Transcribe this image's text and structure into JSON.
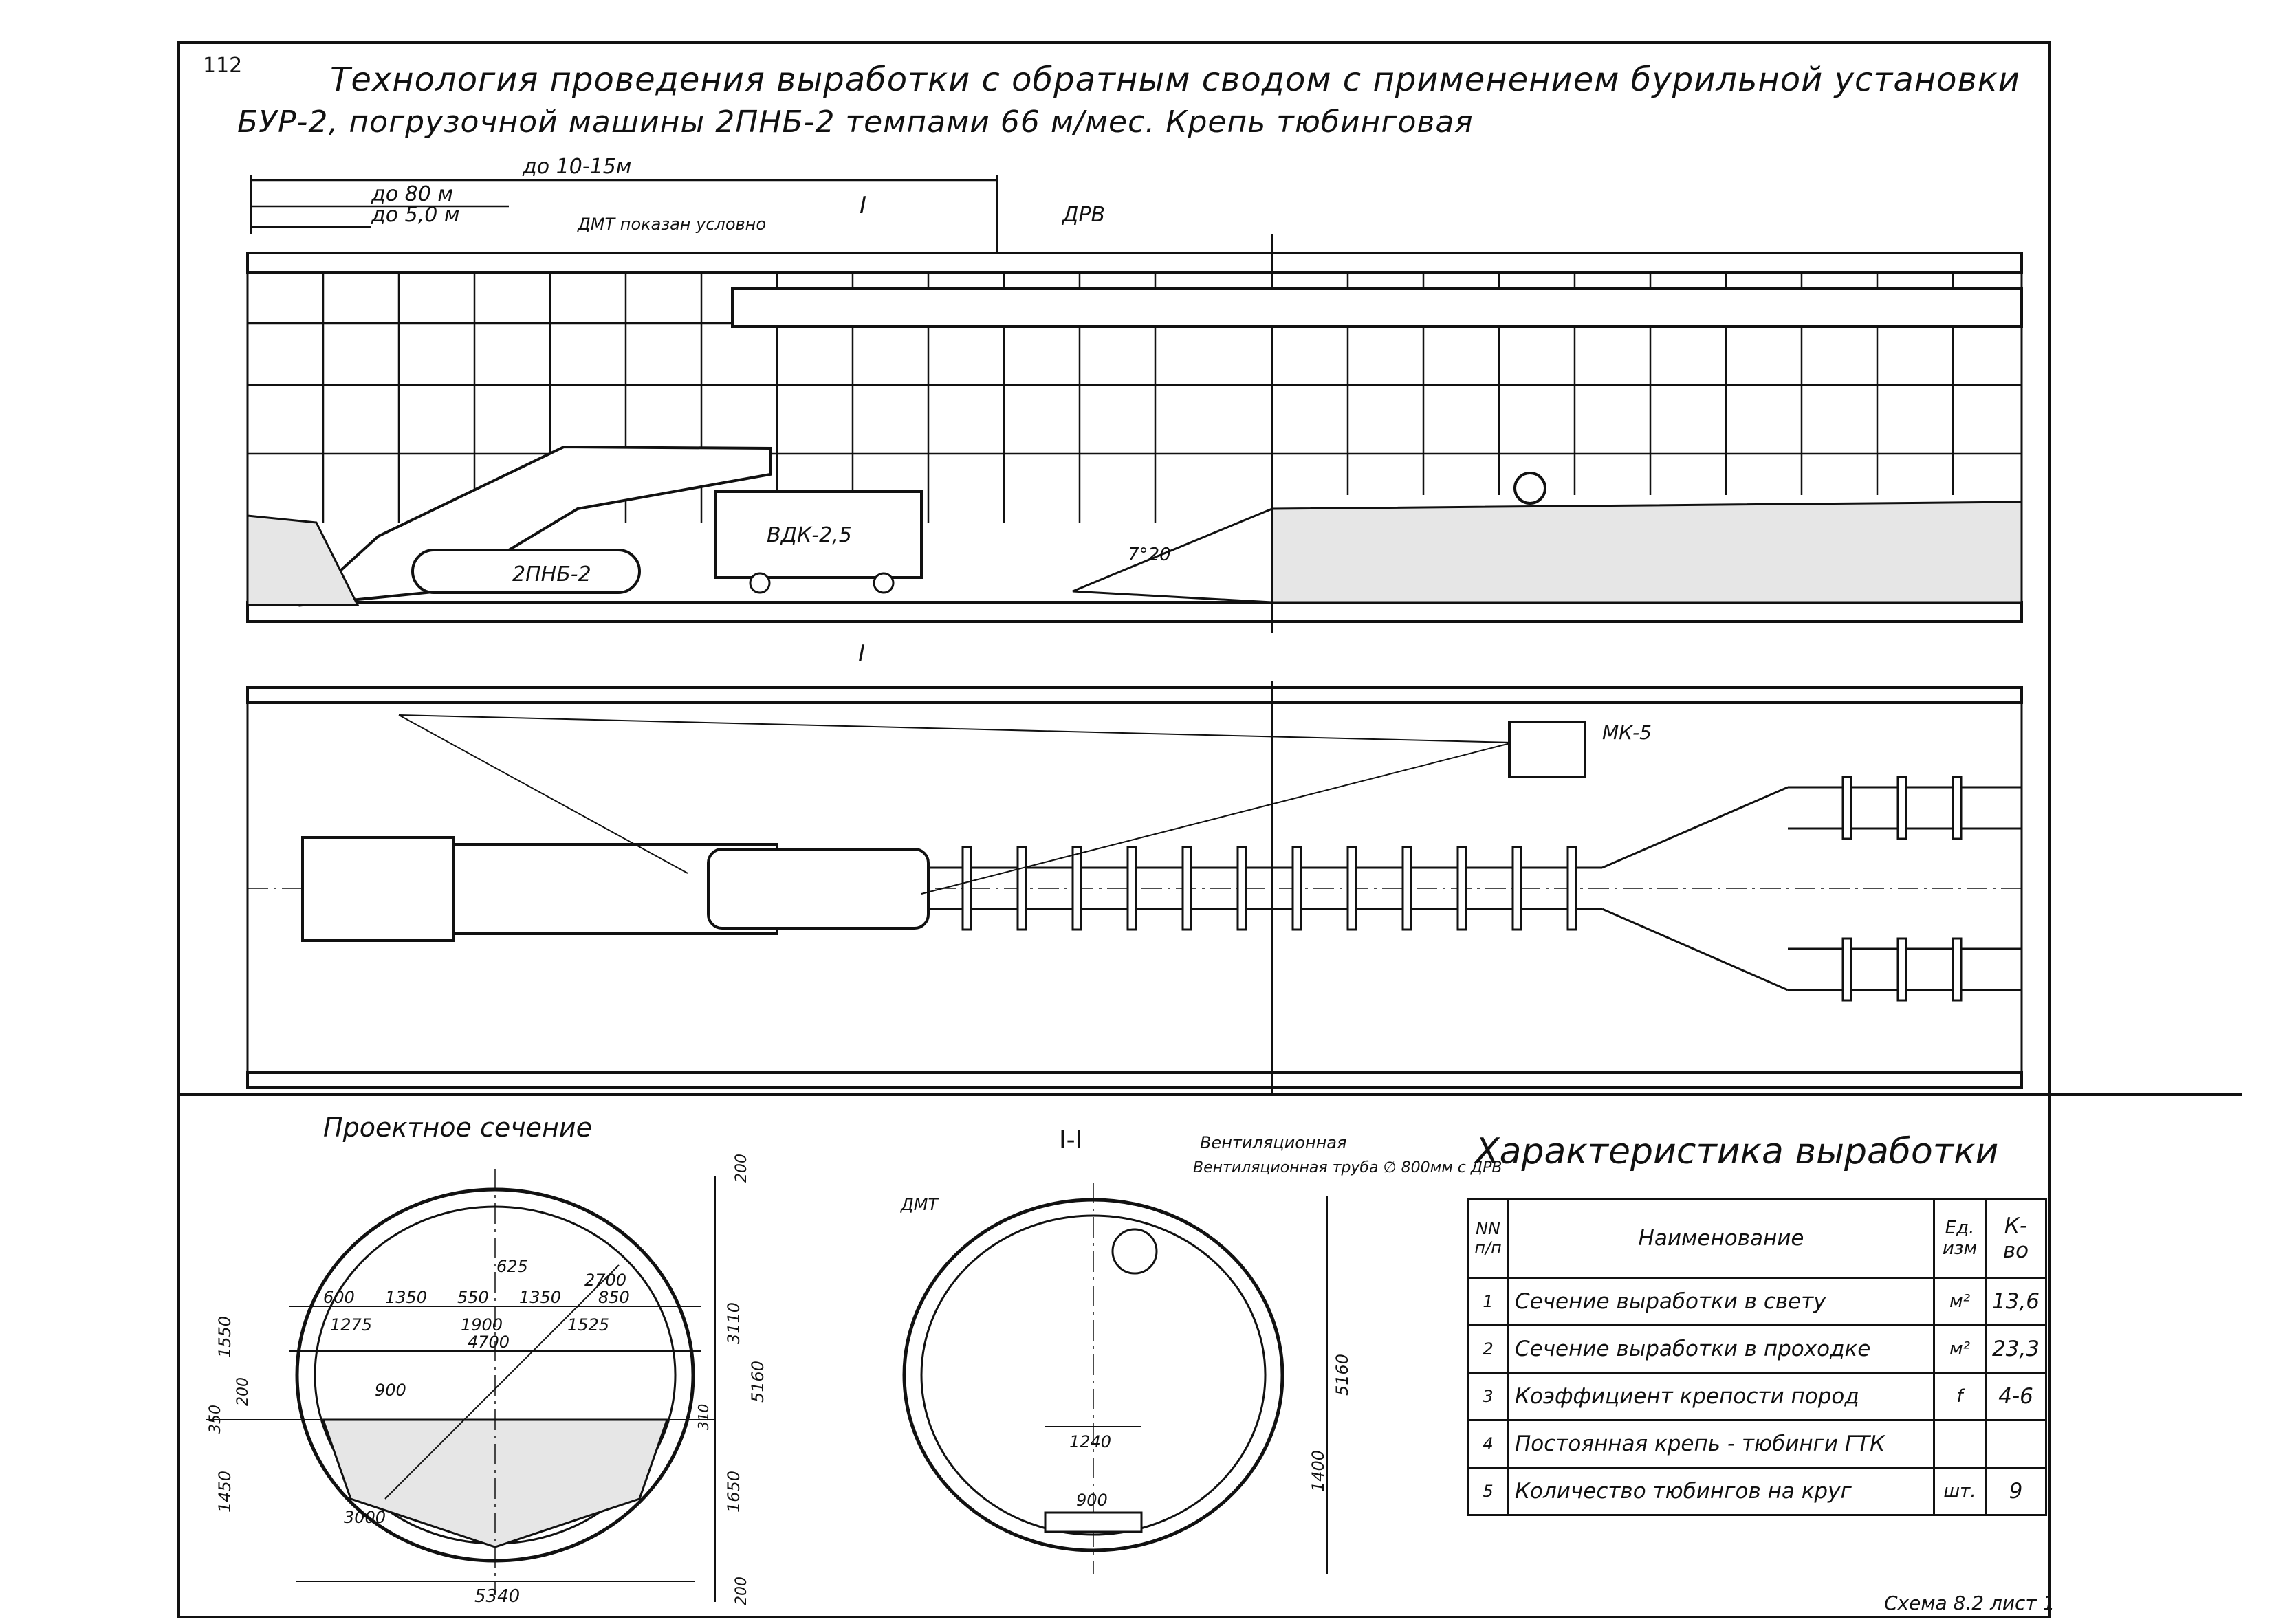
{
  "page_number": "112",
  "title_line1": "Технология проведения выработки с обратным сводом с применением бурильной установки",
  "title_line2": "БУР-2, погрузочной машины 2ПНБ-2 темпами 66 м/мес. Крепь тюбинговая",
  "profile_labels": {
    "dim_10_15": "до 10-15м",
    "dim_80": "до 80 м",
    "dim_50": "до 5,0 м",
    "dmt_note": "ДМТ показан условно",
    "section_mark": "I",
    "drv": "ДРВ",
    "loader": "2ПНБ-2",
    "vdk": "ВДК-2,5",
    "slope": "7°20"
  },
  "plan_labels": {
    "mk": "МК-5"
  },
  "project_section": {
    "title": "Проектное сечение",
    "dims": [
      "600",
      "1350",
      "550",
      "1350",
      "850",
      "1275",
      "1900",
      "1525",
      "4700",
      "625",
      "2700",
      "900",
      "3000",
      "1550",
      "200",
      "350",
      "1450",
      "200",
      "3110",
      "5160",
      "310",
      "1650",
      "200",
      "5340"
    ]
  },
  "section_I": {
    "title": "I-I",
    "ventilation_note": "Вентиляционная труба ∅ 800мм с ДРВ",
    "dmt": "ДМТ",
    "dims": [
      "1240",
      "900",
      "5160",
      "1400"
    ]
  },
  "characteristics": {
    "title": "Характеристика выработки",
    "headers": {
      "num": "NN п/п",
      "name": "Наименование",
      "unit": "Ед. изм",
      "value": "К-во"
    },
    "rows": [
      {
        "num": "1",
        "name": "Сечение выработки в свету",
        "unit": "м²",
        "value": "13,6"
      },
      {
        "num": "2",
        "name": "Сечение выработки в проходке",
        "unit": "м²",
        "value": "23,3"
      },
      {
        "num": "3",
        "name": "Коэффициент крепости пород",
        "unit": "f",
        "value": "4-6"
      },
      {
        "num": "4",
        "name": "Постоянная крепь - тюбинги ГТК",
        "unit": "",
        "value": ""
      },
      {
        "num": "5",
        "name": "Количество тюбингов на круг",
        "unit": "шт.",
        "value": "9"
      }
    ]
  },
  "stamp": "Схема 8.2 лист 1"
}
